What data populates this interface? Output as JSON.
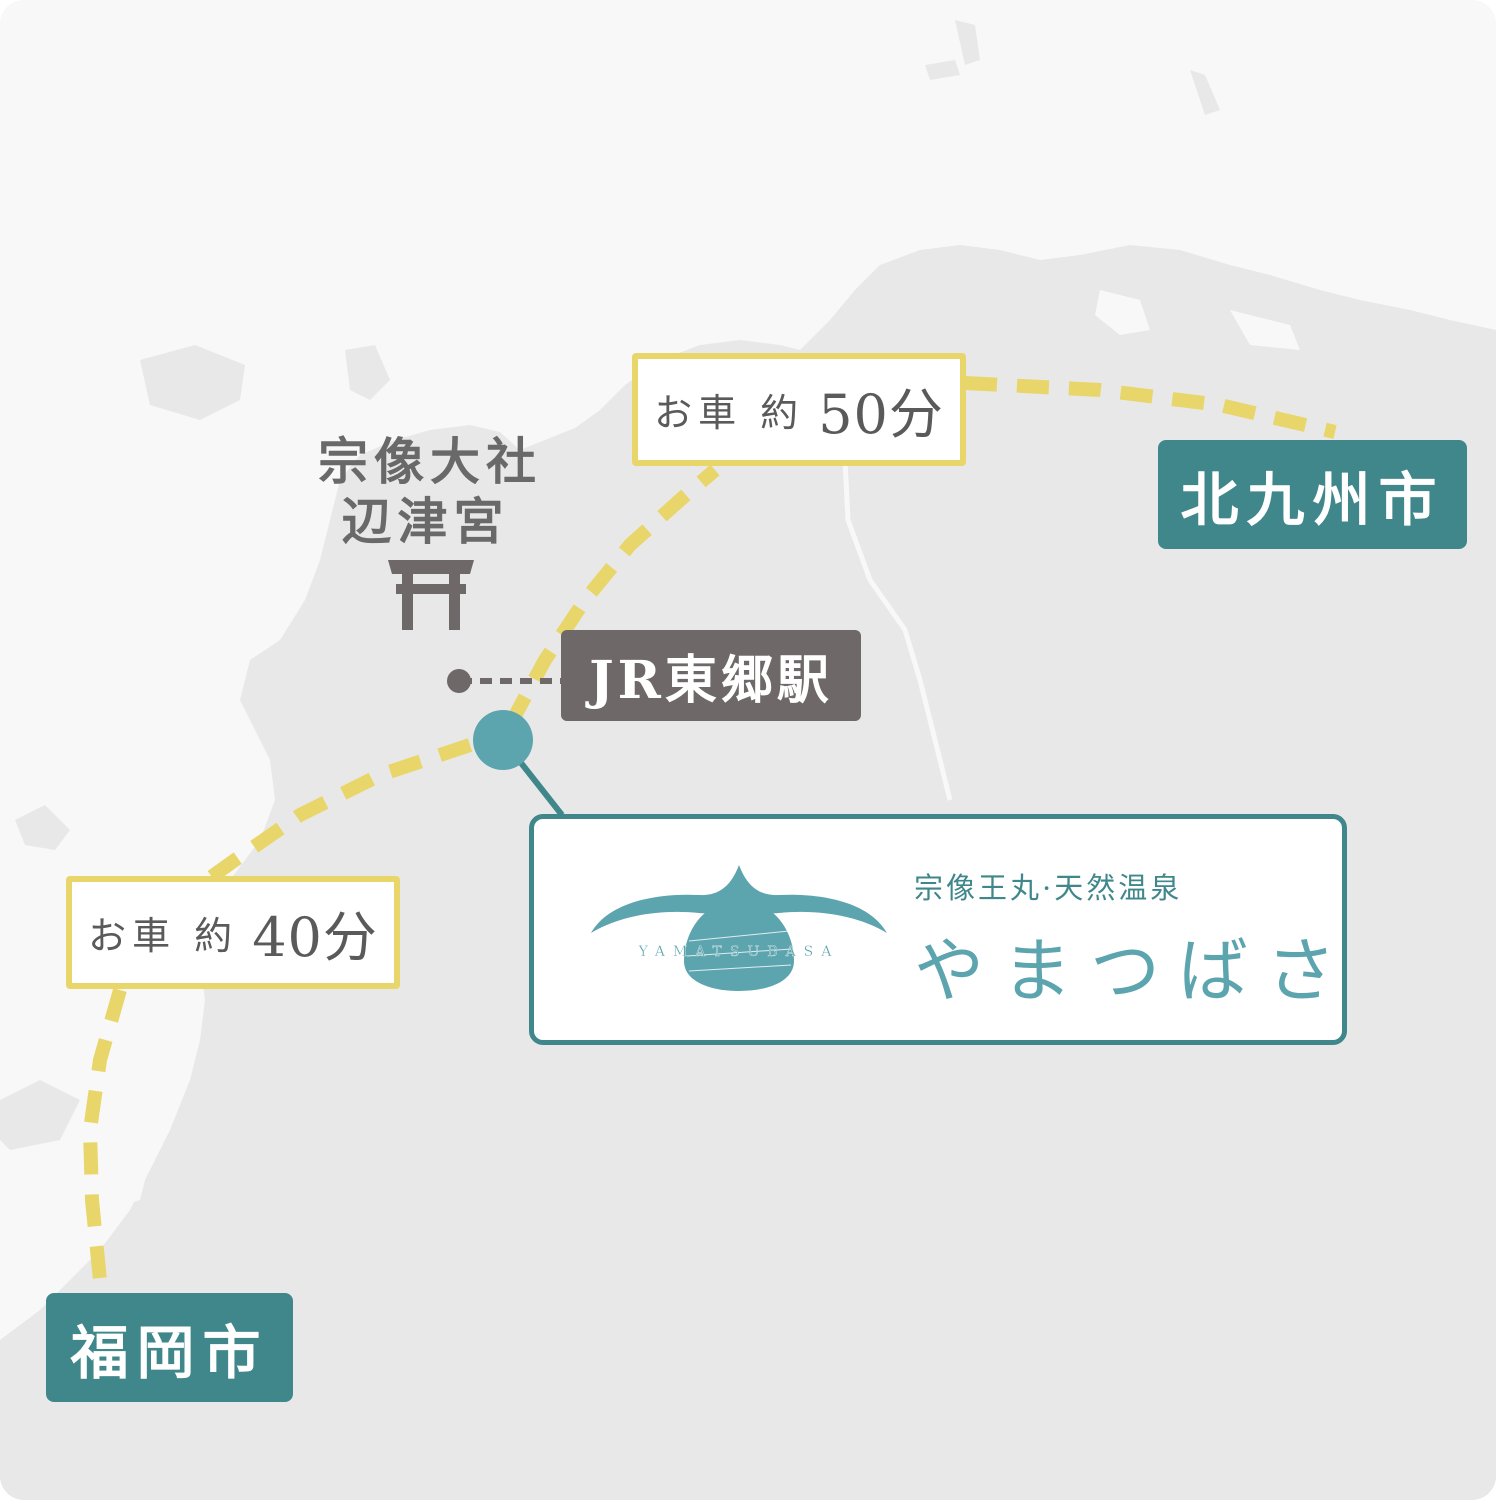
{
  "map": {
    "colors": {
      "land": "#e8e8e8",
      "sea": "#f8f8f8",
      "route": "#e8d66a",
      "teal": "#3f878b",
      "teal_light": "#5da5ae",
      "station_gray": "#6e6868"
    }
  },
  "routes": {
    "north": {
      "prefix": "お車 約",
      "time": "50分"
    },
    "south": {
      "prefix": "お車 約",
      "time": "40分"
    }
  },
  "cities": {
    "kitakyushu": "北九州市",
    "fukuoka": "福岡市"
  },
  "station": {
    "label": "JR東郷駅"
  },
  "shrine": {
    "line1": "宗像大社",
    "line2": "辺津宮",
    "icon": "torii-icon"
  },
  "facility": {
    "subtitle": "宗像王丸·天然温泉",
    "name": "やまつばさ",
    "logo_text": "YAMATSUBASA"
  }
}
